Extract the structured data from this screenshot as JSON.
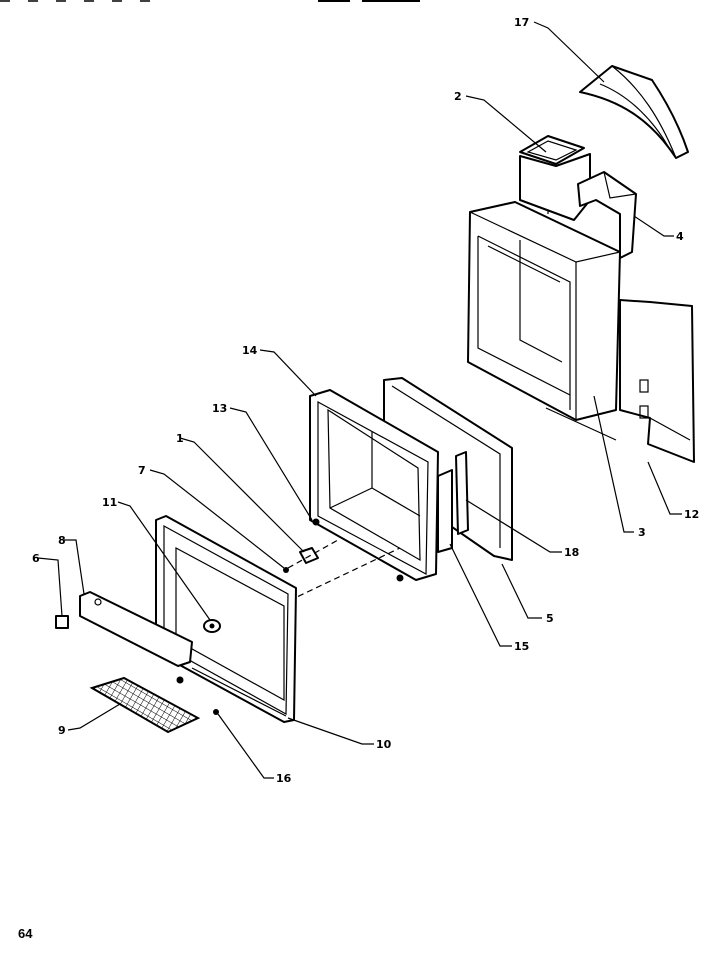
{
  "page_number": "64",
  "callouts": {
    "c1": "1",
    "c2": "2",
    "c3": "3",
    "c4": "4",
    "c5": "5",
    "c6": "6",
    "c7": "7",
    "c8": "8",
    "c9": "9",
    "c10": "10",
    "c11": "11",
    "c12": "12",
    "c13": "13",
    "c14": "14",
    "c15": "15",
    "c16": "16",
    "c17": "17",
    "c18": "18"
  }
}
